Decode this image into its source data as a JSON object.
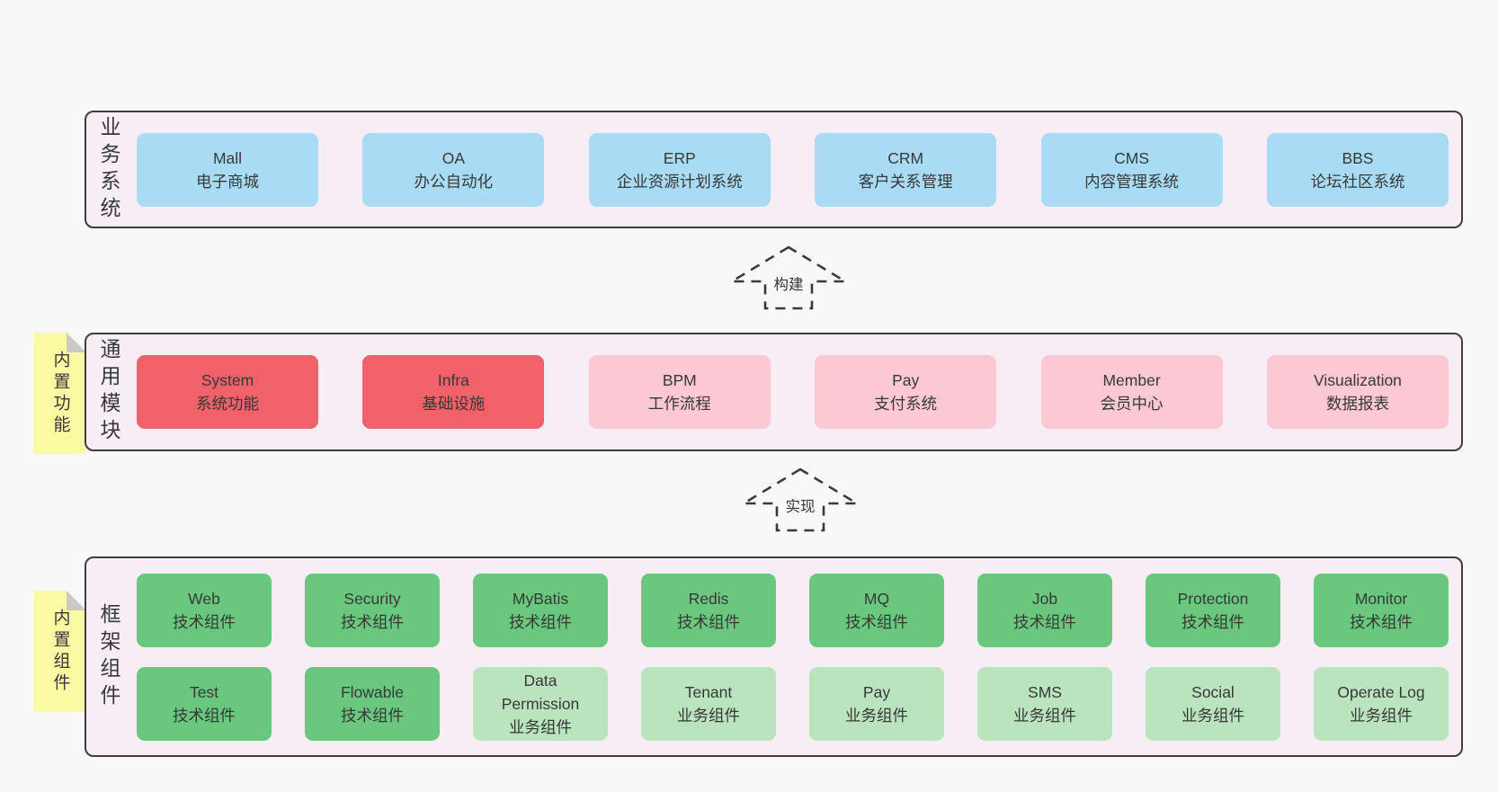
{
  "colors": {
    "page_bg": "#f8f8f8",
    "band_bg": "#f7edf4",
    "band_border": "#3d3d3d",
    "text": "#383838",
    "blue": "#a9dcf4",
    "red": "#f06169",
    "pink": "#fbc8d3",
    "green": "#69c87e",
    "light_green": "#bae4bd",
    "sticky": "#fafaa3",
    "sticky_fold": "#c9c9c9",
    "arrow_stroke": "#3a3a3a"
  },
  "stickies": [
    {
      "label": "内置功能"
    },
    {
      "label": "内置组件"
    }
  ],
  "arrows": [
    {
      "label": "构建"
    },
    {
      "label": "实现"
    }
  ],
  "bands": [
    {
      "label": "业务系统",
      "boxes": [
        {
          "title": "Mall",
          "subtitle": "电子商城",
          "variant": "blue"
        },
        {
          "title": "OA",
          "subtitle": "办公自动化",
          "variant": "blue"
        },
        {
          "title": "ERP",
          "subtitle": "企业资源计划系统",
          "variant": "blue"
        },
        {
          "title": "CRM",
          "subtitle": "客户关系管理",
          "variant": "blue"
        },
        {
          "title": "CMS",
          "subtitle": "内容管理系统",
          "variant": "blue"
        },
        {
          "title": "BBS",
          "subtitle": "论坛社区系统",
          "variant": "blue"
        }
      ]
    },
    {
      "label": "通用模块",
      "boxes": [
        {
          "title": "System",
          "subtitle": "系统功能",
          "variant": "red"
        },
        {
          "title": "Infra",
          "subtitle": "基础设施",
          "variant": "red"
        },
        {
          "title": "BPM",
          "subtitle": "工作流程",
          "variant": "pink"
        },
        {
          "title": "Pay",
          "subtitle": "支付系统",
          "variant": "pink"
        },
        {
          "title": "Member",
          "subtitle": "会员中心",
          "variant": "pink"
        },
        {
          "title": "Visualization",
          "subtitle": "数据报表",
          "variant": "pink"
        }
      ]
    },
    {
      "label": "框架组件",
      "rows": [
        [
          {
            "title": "Web",
            "subtitle": "技术组件",
            "variant": "green"
          },
          {
            "title": "Security",
            "subtitle": "技术组件",
            "variant": "green"
          },
          {
            "title": "MyBatis",
            "subtitle": "技术组件",
            "variant": "green"
          },
          {
            "title": "Redis",
            "subtitle": "技术组件",
            "variant": "green"
          },
          {
            "title": "MQ",
            "subtitle": "技术组件",
            "variant": "green"
          },
          {
            "title": "Job",
            "subtitle": "技术组件",
            "variant": "green"
          },
          {
            "title": "Protection",
            "subtitle": "技术组件",
            "variant": "green"
          },
          {
            "title": "Monitor",
            "subtitle": "技术组件",
            "variant": "green"
          }
        ],
        [
          {
            "title": "Test",
            "subtitle": "技术组件",
            "variant": "green"
          },
          {
            "title": "Flowable",
            "subtitle": "技术组件",
            "variant": "green"
          },
          {
            "title": "Data\nPermission",
            "subtitle": "业务组件",
            "variant": "lightgreen"
          },
          {
            "title": "Tenant",
            "subtitle": "业务组件",
            "variant": "lightgreen"
          },
          {
            "title": "Pay",
            "subtitle": "业务组件",
            "variant": "lightgreen"
          },
          {
            "title": "SMS",
            "subtitle": "业务组件",
            "variant": "lightgreen"
          },
          {
            "title": "Social",
            "subtitle": "业务组件",
            "variant": "lightgreen"
          },
          {
            "title": "Operate Log",
            "subtitle": "业务组件",
            "variant": "lightgreen"
          }
        ]
      ]
    }
  ]
}
